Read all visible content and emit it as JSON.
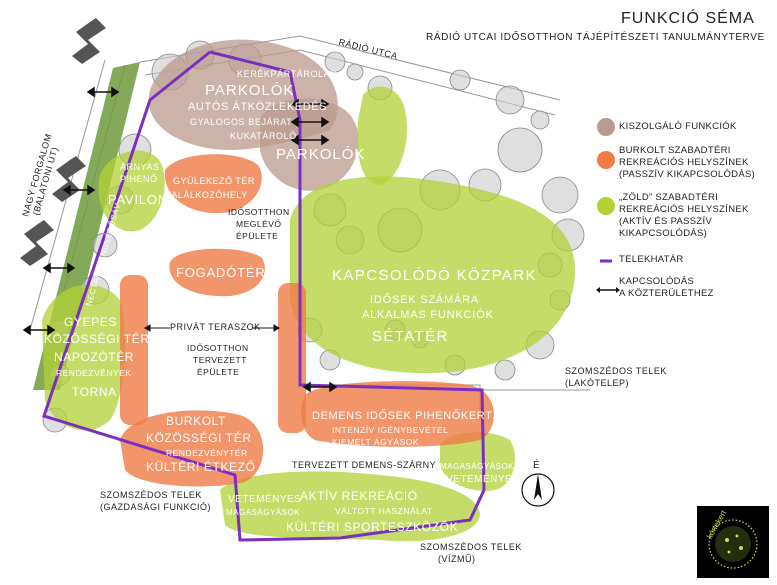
{
  "header": {
    "title": "FUNKCIÓ SÉMA",
    "subtitle": "RÁDIÓ UTCAI IDŐSOTTHON TÁJÉPÍTÉSZETI TANULMÁNYTERVE"
  },
  "legend": {
    "service": "KISZOLGÁLÓ FUNKCIÓK",
    "paved_1": "BURKOLT SZABADTÉRI",
    "paved_2": "REKREÁCIÓS HELYSZÍNEK",
    "paved_3": "(PASSZÍV KIKAPCSOLÓDÁS)",
    "green_1": "„ZÖLD” SZABADTÉRI",
    "green_2": "REKREÁCIÓS HELYSZÍNEK",
    "green_3": "(AKTÍV ÉS PASSZÍV",
    "green_4": "KIKAPCSOLÓDÁS)",
    "boundary": "TELEKHATÁR",
    "connection_1": "KAPCSOLÓDÁS",
    "connection_2": "A KÖZTERÜLETHEZ"
  },
  "colors": {
    "service": "#b99a8e",
    "paved": "#ef7b45",
    "green": "#b2d235",
    "boundary": "#7b2fbf",
    "strip": "#6f9a3c"
  },
  "labels": {
    "street": "RÁDIÓ UTCA",
    "road_1": "NAGY FORGALOM",
    "road_2": "(BALATONI ÚT)",
    "buffer": "NECTARAI ANDVÉDŐSÁV",
    "bike": "KERÉKPÁRTÁROLÁS",
    "parking": "PARKOLÓK",
    "car_crossing": "AUTÓS ÁTKÖZLEKEDÉS",
    "ped_entrance": "GYALOGOS BEJÁRAT",
    "bins": "KUKATÁROLÓ",
    "parking2": "PARKOLÓK",
    "shady": "ÁRNYAS",
    "shady_2": "PIHENŐ",
    "pavilion": "PAVILON",
    "assembly": "GYÜLEKEZŐ TÉR",
    "meeting": "TALÁLKOZÓHELY",
    "existing_1": "IDŐSOTTHON",
    "existing_2": "MEGLÉVŐ",
    "existing_3": "ÉPÜLETE",
    "reception": "FOGADÓTÉR",
    "central_park": "KAPCSOLÓDÓ KÖZPARK",
    "elderly_1": "IDŐSEK SZÁMÁRA",
    "elderly_2": "ALKALMAS FUNKCIÓK",
    "promenade": "SÉTATÉR",
    "lawn": "GYEPES",
    "community": "KÖZÖSSÉGI TÉR",
    "sunbath": "NAPOZÓTÉR",
    "events": "RENDEZVÉNYEK",
    "gym": "TORNA",
    "private_terraces": "PRIVÁT TERASZOK",
    "planned_1": "IDŐSOTTHON",
    "planned_2": "TERVEZETT",
    "planned_3": "ÉPÜLETE",
    "neighbor_house_1": "SZOMSZÉDOS TELEK",
    "neighbor_house_2": "(LAKÓTELEP)",
    "dementia_garden": "DEMENS IDŐSEK PIHENŐKERTJE",
    "intensive": "INTENZÍV IGÉNYBEVÉTEL",
    "raised_beds": "KIEMELT ÁGYÁSOK",
    "paved_comm_1": "BURKOLT",
    "paved_comm_2": "KÖZÖSSÉGI TÉR",
    "paved_events": "RENDEZVÉNYTÉR",
    "outdoor_dining": "KÜLTÉRI ÉTKEZŐ",
    "dementia_wing": "TERVEZETT DEMENS-SZÁRNY",
    "raised_beds2": "MAGASÁGYÁSOK",
    "vegetables": "VETEMÉNYES",
    "neighbor_farm_1": "SZOMSZÉDOS TELEK",
    "neighbor_farm_2": "(GAZDASÁGI FUNKCIÓ)",
    "veg2": "VETEMÉNYES",
    "raised_beds3": "MAGASÁGYÁSOK",
    "active_rec": "AKTÍV REKREÁCIÓ",
    "alternating": "VÁLTOTT HASZNÁLAT",
    "outdoor_sports": "KÜLTÉRI SPORTESZKÖZÖK",
    "neighbor_water_1": "SZOMSZÉDOS TELEK",
    "neighbor_water_2": "(VÍZMŰ)",
    "north": "É",
    "logo": "körtekert"
  }
}
